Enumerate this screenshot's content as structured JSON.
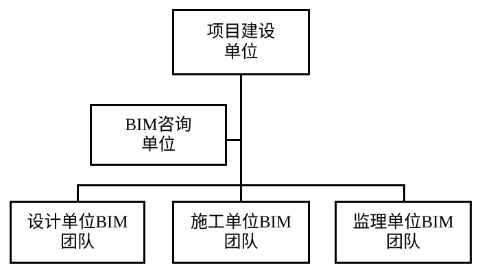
{
  "diagram": {
    "type": "organizational-hierarchy-chart",
    "background_color": "#ffffff",
    "line_color": "#000000",
    "text_color": "#000000",
    "nodes": {
      "owner": {
        "label": "项目建设\n单位"
      },
      "consultant": {
        "label": "BIM咨询\n单位"
      },
      "design_team": {
        "label": "设计单位BIM\n团队"
      },
      "construction_team": {
        "label": "施工单位BIM\n团队"
      },
      "supervision_team": {
        "label": "监理单位BIM\n团队"
      }
    }
  }
}
